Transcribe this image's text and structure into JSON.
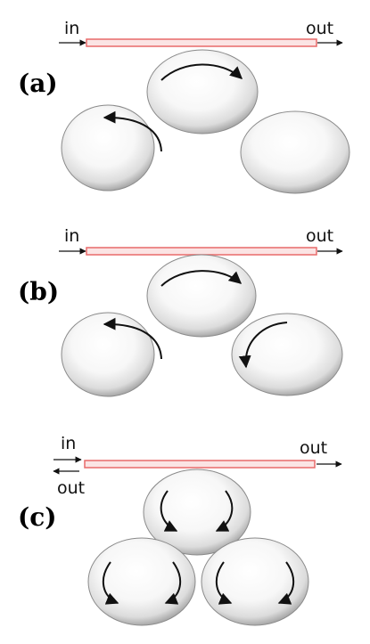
{
  "panels": [
    {
      "label": "(a)",
      "in_label": "in",
      "out_label": "out",
      "rings": [
        {
          "role": "bus-coupled",
          "circulation": "clockwise"
        },
        {
          "role": "left",
          "circulation": "counterclockwise"
        },
        {
          "role": "right",
          "circulation": "none"
        }
      ]
    },
    {
      "label": "(b)",
      "in_label": "in",
      "out_label": "out",
      "rings": [
        {
          "role": "bus-coupled",
          "circulation": "clockwise"
        },
        {
          "role": "left",
          "circulation": "counterclockwise"
        },
        {
          "role": "right",
          "circulation": "counterclockwise"
        }
      ]
    },
    {
      "label": "(c)",
      "in_label": "in",
      "out_label": "out",
      "reflected_label": "out",
      "rings": [
        {
          "role": "bus-coupled",
          "circulation": "standing-wave"
        },
        {
          "role": "left",
          "circulation": "standing-wave"
        },
        {
          "role": "right",
          "circulation": "standing-wave"
        }
      ]
    }
  ],
  "colors": {
    "waveguide_fill": "#fbe4e4",
    "waveguide_edge": "#e86a6a",
    "ring_edge": "#8a8a8a",
    "arrow": "#111111"
  }
}
